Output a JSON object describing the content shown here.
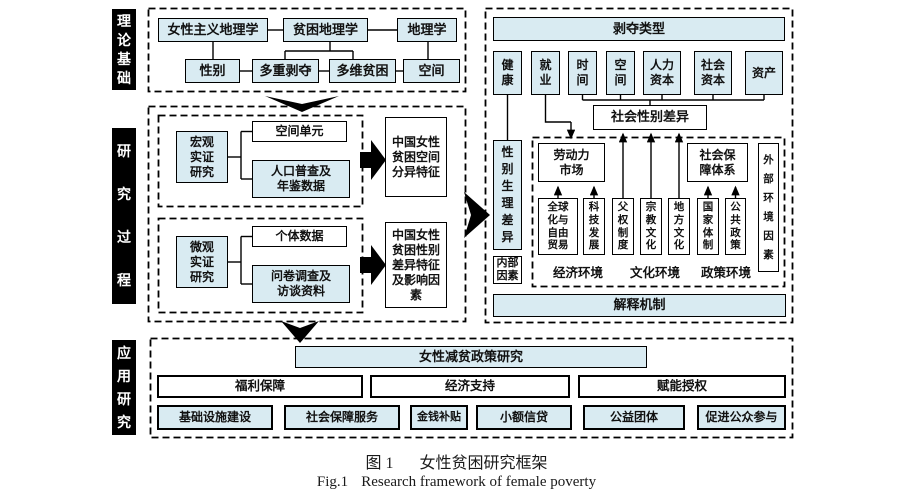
{
  "colors": {
    "box_blue": "#d9ebf2",
    "ink": "#111111"
  },
  "theory": {
    "label": "理\n论\n基\n础",
    "disciplines": [
      "女性主义地理学",
      "贫困地理学",
      "地理学"
    ],
    "concepts": [
      "性别",
      "多重剥夺",
      "多维贫困",
      "空间"
    ]
  },
  "process": {
    "label": "研\n究\n过\n程",
    "macro_method": "宏观\n实证\n研究",
    "macro_unit": "空间单元",
    "macro_data": "人口普查及\n年鉴数据",
    "macro_result": "中国女性\n贫困空间\n分异特征",
    "micro_method": "微观\n实证\n研究",
    "micro_unit": "个体数据",
    "micro_data": "问卷调查及\n访谈资料",
    "micro_result": "中国女性\n贫困性别\n差异特征\n及影响因\n素"
  },
  "mechanism": {
    "deprivation_title": "剥夺类型",
    "deprivations": [
      "健\n康",
      "就\n业",
      "时\n间",
      "空\n间",
      "人力\n资本",
      "社会\n资本",
      "资产"
    ],
    "social_gender_diff": "社会性别差异",
    "physio_gender_diff": "性\n别\n生\n理\n差\n异",
    "internal_factor": "内部\n因素",
    "labor_market": "劳动力\n市场",
    "social_security": "社会保\n障体系",
    "external_factor": "外\n部\n环\n境\n因\n素",
    "factors": [
      "全球\n化与\n自由\n贸易",
      "科\n技\n发\n展",
      "父\n权\n制\n度",
      "宗\n教\n文\n化",
      "地\n方\n文\n化",
      "国\n家\n体\n制",
      "公\n共\n政\n策"
    ],
    "environments": [
      "经济环境",
      "文化环境",
      "政策环境"
    ],
    "explain_mechanism": "解释机制"
  },
  "application": {
    "label": "应\n用\n研\n究",
    "policy_research": "女性减贫政策研究",
    "categories": [
      "福利保障",
      "经济支持",
      "赋能授权"
    ],
    "measures": [
      "基础设施建设",
      "社会保障服务",
      "金钱补贴",
      "小额信贷",
      "公益团体",
      "促进公众参与"
    ]
  },
  "caption": {
    "zh_label": "图 1",
    "zh_title": "女性贫困研究框架",
    "en_label": "Fig.1",
    "en_title": "Research framework of female poverty"
  }
}
